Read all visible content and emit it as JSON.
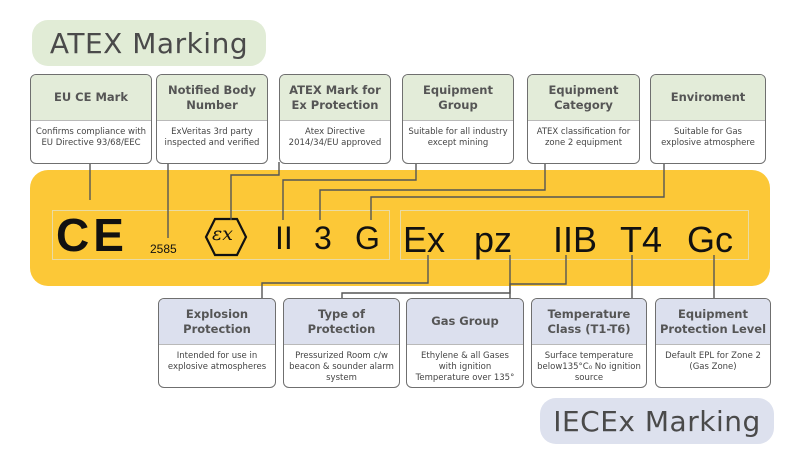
{
  "colors": {
    "band": "#fcc837",
    "atex_title_bg": "#e1ecd6",
    "iecex_title_bg": "#dde1ee",
    "connector": "#555555"
  },
  "titles": {
    "atex": "ATEX Marking",
    "iecex": "IECEx Marking"
  },
  "marking": {
    "ce": "CE",
    "notified_number": "2585",
    "ex_hexagon": "εx",
    "group": "II",
    "category": "3",
    "environment": "G",
    "ex": "Ex",
    "protection_type": "pz",
    "gas_group": "IIB",
    "temp_class": "T4",
    "epl": "Gc"
  },
  "atex_boxes": [
    {
      "id": "eu-ce-mark",
      "title": "EU CE Mark",
      "description": "Confirms compliance with EU Directive 93/68/EEC"
    },
    {
      "id": "notified-body-number",
      "title": "Notified Body Number",
      "description": "ExVeritas 3rd party inspected and verified"
    },
    {
      "id": "atex-mark",
      "title": "ATEX Mark for Ex Protection",
      "description": "Atex Directive 2014/34/EU approved"
    },
    {
      "id": "equipment-group",
      "title": "Equipment Group",
      "description": "Suitable for all industry except mining"
    },
    {
      "id": "equipment-category",
      "title": "Equipment Category",
      "description": "ATEX classification for zone 2 equipment"
    },
    {
      "id": "environment",
      "title": "Enviroment",
      "description": "Suitable for Gas explosive atmosphere"
    }
  ],
  "iecex_boxes": [
    {
      "id": "explosion-protection",
      "title": "Explosion Protection",
      "description": "Intended for use in explosive atmospheres"
    },
    {
      "id": "type-of-protection",
      "title": "Type of Protection",
      "description": "Pressurized Room c/w beacon & sounder alarm system"
    },
    {
      "id": "gas-group",
      "title": "Gas Group",
      "description": "Ethylene & all Gases with ignition Temperature over 135°"
    },
    {
      "id": "temperature-class",
      "title": "Temperature Class (T1-T6)",
      "description": "Surface temperature below135°C₀ No ignition source"
    },
    {
      "id": "equipment-protection-level",
      "title": "Equipment Protection Level",
      "description": "Default EPL for Zone 2 (Gas Zone)"
    }
  ]
}
